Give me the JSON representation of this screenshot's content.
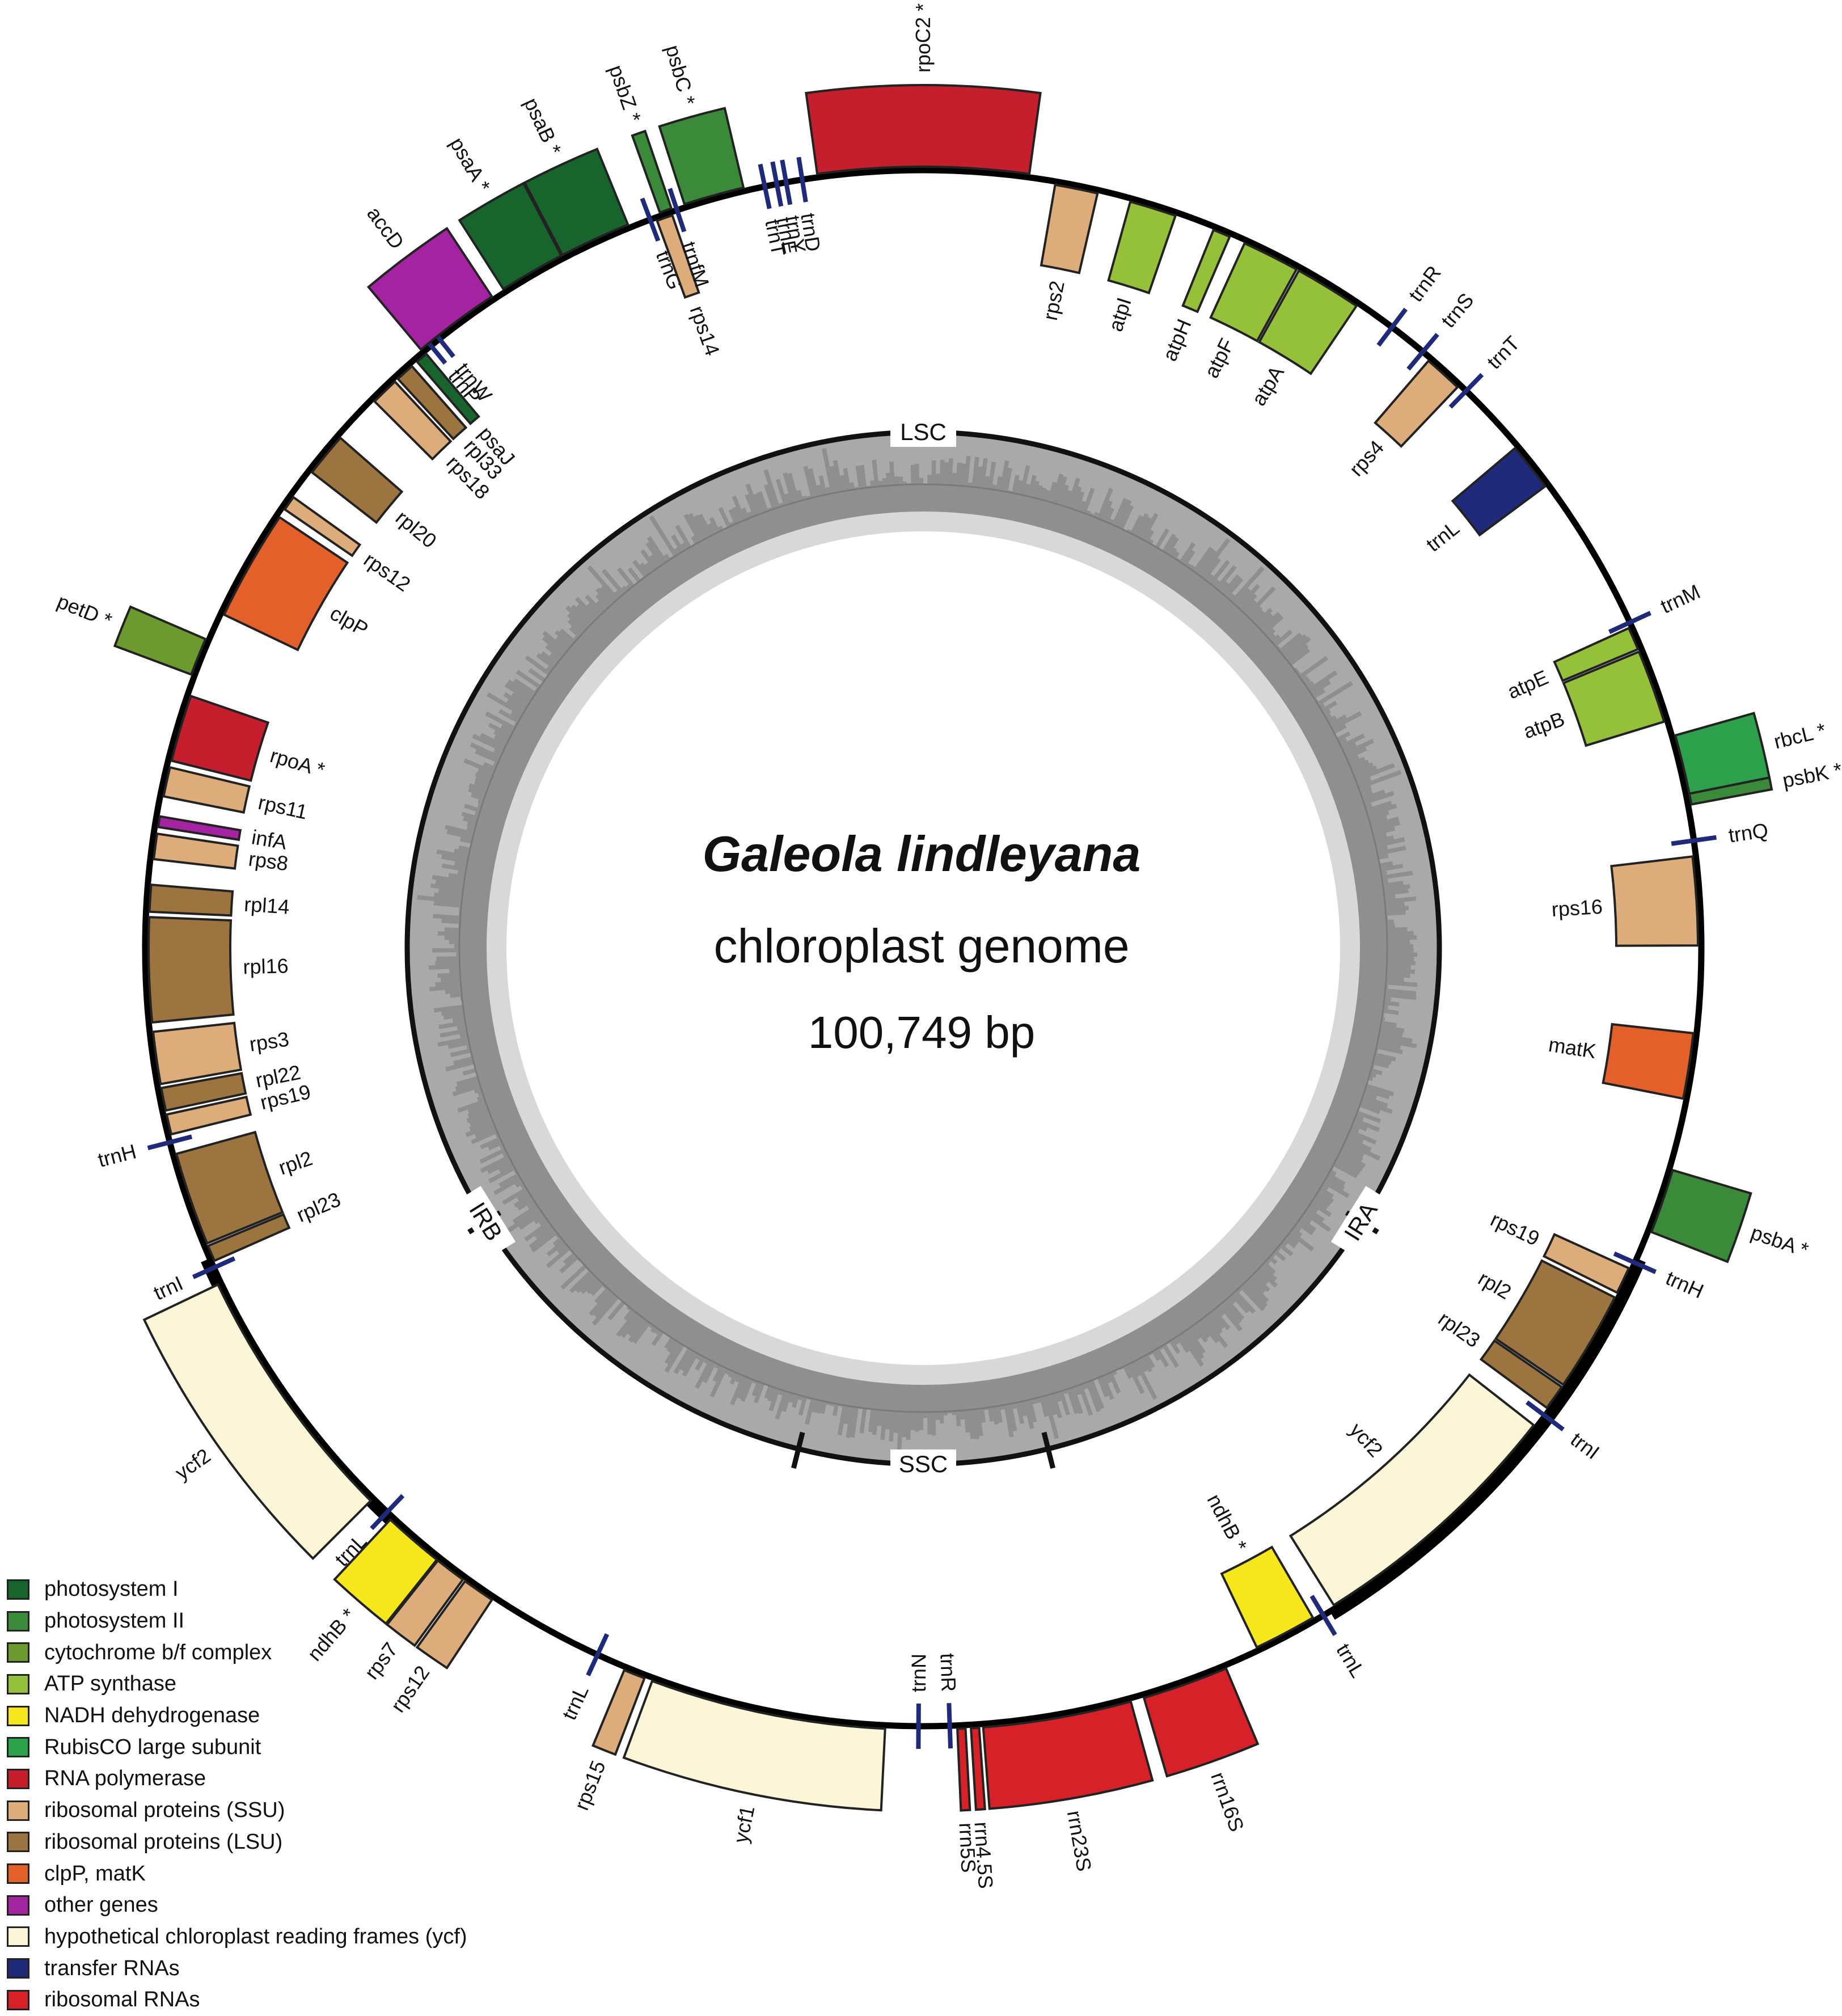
{
  "title": {
    "species": "Galeola lindleyana",
    "subtitle": "chloroplast genome",
    "size": "100,749 bp"
  },
  "regions": [
    {
      "label": "LSC",
      "angle": 0
    },
    {
      "label": "IRA",
      "angle": 122
    },
    {
      "label": "SSC",
      "angle": 180
    },
    {
      "label": "IRB",
      "angle": 238
    }
  ],
  "legend": [
    {
      "label": "photosystem I",
      "color": "#17652d"
    },
    {
      "label": "photosystem II",
      "color": "#3a8a3a"
    },
    {
      "label": "cytochrome b/f complex",
      "color": "#6d9a2e"
    },
    {
      "label": "ATP synthase",
      "color": "#95c03a"
    },
    {
      "label": "NADH dehydrogenase",
      "color": "#f6e61c"
    },
    {
      "label": "RubisCO large subunit",
      "color": "#2ca04a"
    },
    {
      "label": "RNA polymerase",
      "color": "#c51f2e"
    },
    {
      "label": "ribosomal proteins (SSU)",
      "color": "#ddac7b"
    },
    {
      "label": "ribosomal proteins (LSU)",
      "color": "#9c7440"
    },
    {
      "label": "clpP, matK",
      "color": "#e4602a"
    },
    {
      "label": "other genes",
      "color": "#a323a0"
    },
    {
      "label": "hypothetical chloroplast reading frames (ycf)",
      "color": "#fbf6d8"
    },
    {
      "label": "transfer RNAs",
      "color": "#1f2b7a"
    },
    {
      "label": "ribosomal RNAs",
      "color": "#d62128"
    }
  ],
  "genes": [
    {
      "name": "rpoC2",
      "star": true,
      "start": 352.2,
      "end": 7.8,
      "side": "out",
      "cat": "RNA polymerase"
    },
    {
      "name": "rps2",
      "start": 9.8,
      "end": 13.0,
      "side": "in",
      "cat": "ribosomal proteins (SSU)"
    },
    {
      "name": "atpI",
      "start": 15.5,
      "end": 19.0,
      "side": "in",
      "cat": "ATP synthase"
    },
    {
      "name": "atpH",
      "start": 22.0,
      "end": 23.3,
      "side": "in",
      "cat": "ATP synthase"
    },
    {
      "name": "atpF",
      "start": 24.5,
      "end": 28.8,
      "side": "in",
      "cat": "ATP synthase"
    },
    {
      "name": "atpA",
      "start": 29.0,
      "end": 34.0,
      "side": "in",
      "cat": "ATP synthase"
    },
    {
      "name": "trnR",
      "start": 36.8,
      "end": 37.3,
      "side": "trna",
      "cat": "transfer RNAs"
    },
    {
      "name": "trnS",
      "start": 39.7,
      "end": 40.2,
      "side": "trna",
      "cat": "transfer RNAs"
    },
    {
      "name": "rps4",
      "start": 40.7,
      "end": 43.6,
      "side": "in",
      "cat": "ribosomal proteins (SSU)"
    },
    {
      "name": "trnT",
      "start": 44.0,
      "end": 44.5,
      "side": "trna",
      "cat": "transfer RNAs"
    },
    {
      "name": "trnL",
      "start": 49.8,
      "end": 53.4,
      "side": "in",
      "cat": "transfer RNAs"
    },
    {
      "name": "trnM",
      "start": 65.0,
      "end": 65.5,
      "side": "trna",
      "cat": "transfer RNAs"
    },
    {
      "name": "atpE",
      "start": 65.6,
      "end": 67.3,
      "side": "in",
      "cat": "ATP synthase"
    },
    {
      "name": "atpB",
      "start": 67.5,
      "end": 73.0,
      "side": "in",
      "cat": "ATP synthase"
    },
    {
      "name": "rbcL",
      "star": true,
      "start": 74.2,
      "end": 78.6,
      "side": "out",
      "cat": "RubisCO large subunit"
    },
    {
      "name": "psbK",
      "star": true,
      "start": 78.6,
      "end": 79.4,
      "side": "out",
      "cat": "photosystem II"
    },
    {
      "name": "trnQ",
      "start": 81.8,
      "end": 82.3,
      "side": "trna",
      "cat": "transfer RNAs"
    },
    {
      "name": "rps16",
      "start": 83.2,
      "end": 89.8,
      "side": "in",
      "cat": "ribosomal proteins (SSU)"
    },
    {
      "name": "matK",
      "start": 96.3,
      "end": 101.2,
      "side": "in",
      "cat": "clpP, matK"
    },
    {
      "name": "psbA",
      "star": true,
      "start": 106.5,
      "end": 111.3,
      "side": "out",
      "cat": "photosystem II"
    },
    {
      "name": "trnH",
      "start": 113.6,
      "end": 114.1,
      "side": "trna",
      "cat": "transfer RNAs"
    },
    {
      "name": "rps19",
      "start": 114.4,
      "end": 116.4,
      "side": "in",
      "cat": "ribosomal proteins (SSU)"
    },
    {
      "name": "rpl2",
      "start": 116.8,
      "end": 124.3,
      "side": "in",
      "cat": "ribosomal proteins (LSU)"
    },
    {
      "name": "rpl23",
      "start": 124.5,
      "end": 126.4,
      "side": "in",
      "cat": "ribosomal proteins (LSU)"
    },
    {
      "name": "trnI",
      "start": 126.7,
      "end": 127.2,
      "side": "trna",
      "cat": "transfer RNAs"
    },
    {
      "name": "ycf2",
      "start": 128.0,
      "end": 148.0,
      "side": "in",
      "cat": "hypothetical chloroplast reading frames (ycf)"
    },
    {
      "name": "trnL",
      "start": 148.8,
      "end": 149.3,
      "side": "trna",
      "cat": "transfer RNAs"
    },
    {
      "name": "ndhB",
      "star": true,
      "start": 149.8,
      "end": 154.5,
      "side": "in",
      "cat": "NADH dehydrogenase"
    },
    {
      "name": "rrn16S",
      "start": 157.2,
      "end": 163.6,
      "side": "out",
      "cat": "ribosomal RNAs"
    },
    {
      "name": "rrn23S",
      "start": 164.6,
      "end": 175.6,
      "side": "out",
      "cat": "ribosomal RNAs"
    },
    {
      "name": "rrn4.5S",
      "start": 175.9,
      "end": 176.5,
      "side": "out",
      "cat": "ribosomal RNAs"
    },
    {
      "name": "rrn5S",
      "start": 176.9,
      "end": 177.5,
      "side": "out",
      "cat": "ribosomal RNAs"
    },
    {
      "name": "trnR",
      "start": 177.8,
      "end": 178.3,
      "side": "trna",
      "cat": "transfer RNAs"
    },
    {
      "name": "trnN",
      "start": 180.1,
      "end": 180.6,
      "side": "trna",
      "cat": "transfer RNAs"
    },
    {
      "name": "ycf1",
      "start": 182.8,
      "end": 200.3,
      "side": "out",
      "cat": "hypothetical chloroplast reading frames (ycf)"
    },
    {
      "name": "rps15",
      "start": 200.9,
      "end": 202.5,
      "side": "out",
      "cat": "ribosomal proteins (SSU)"
    },
    {
      "name": "trnL",
      "start": 204.5,
      "end": 205.0,
      "side": "trna",
      "cat": "transfer RNAs"
    },
    {
      "name": "rps12",
      "start": 213.5,
      "end": 215.9,
      "side": "out",
      "cat": "ribosomal proteins (SSU)"
    },
    {
      "name": "rps7",
      "start": 216.1,
      "end": 218.4,
      "side": "out",
      "cat": "ribosomal proteins (SSU)"
    },
    {
      "name": "ndhB",
      "star": true,
      "start": 218.5,
      "end": 223.0,
      "side": "out",
      "cat": "NADH dehydrogenase"
    },
    {
      "name": "trnL",
      "start": 223.3,
      "end": 223.8,
      "side": "trna",
      "cat": "transfer RNAs"
    },
    {
      "name": "ycf2",
      "start": 225.0,
      "end": 244.5,
      "side": "out",
      "cat": "hypothetical chloroplast reading frames (ycf)"
    },
    {
      "name": "trnI",
      "start": 245.5,
      "end": 246.0,
      "side": "trna",
      "cat": "transfer RNAs"
    },
    {
      "name": "rpl23",
      "start": 246.2,
      "end": 247.4,
      "side": "in",
      "cat": "ribosomal proteins (LSU)"
    },
    {
      "name": "rpl2",
      "start": 247.6,
      "end": 254.6,
      "side": "in",
      "cat": "ribosomal proteins (LSU)"
    },
    {
      "name": "trnH",
      "start": 255.3,
      "end": 255.8,
      "side": "trna",
      "cat": "transfer RNAs"
    },
    {
      "name": "rps19",
      "start": 256.1,
      "end": 257.6,
      "side": "in",
      "cat": "ribosomal proteins (SSU)"
    },
    {
      "name": "rpl22",
      "start": 257.9,
      "end": 259.6,
      "side": "in",
      "cat": "ribosomal proteins (LSU)"
    },
    {
      "name": "rps3",
      "start": 259.9,
      "end": 263.8,
      "side": "in",
      "cat": "ribosomal proteins (SSU)"
    },
    {
      "name": "rpl16",
      "start": 264.5,
      "end": 272.3,
      "side": "in",
      "cat": "ribosomal proteins (LSU)"
    },
    {
      "name": "rpl14",
      "start": 272.7,
      "end": 274.7,
      "side": "in",
      "cat": "ribosomal proteins (LSU)"
    },
    {
      "name": "rps8",
      "start": 276.6,
      "end": 278.5,
      "side": "in",
      "cat": "ribosomal proteins (SSU)"
    },
    {
      "name": "infA",
      "start": 279.0,
      "end": 279.8,
      "side": "in",
      "cat": "other genes"
    },
    {
      "name": "rps11",
      "start": 281.3,
      "end": 283.5,
      "side": "in",
      "cat": "ribosomal proteins (SSU)"
    },
    {
      "name": "rpoA",
      "star": true,
      "start": 284.0,
      "end": 289.0,
      "side": "in",
      "cat": "RNA polymerase"
    },
    {
      "name": "petD",
      "star": true,
      "start": 290.5,
      "end": 293.3,
      "side": "out",
      "cat": "cytochrome b/f complex"
    },
    {
      "name": "clpP",
      "start": 295.5,
      "end": 303.8,
      "side": "in",
      "cat": "clpP, matK"
    },
    {
      "name": "rps12",
      "start": 304.5,
      "end": 305.6,
      "side": "in",
      "cat": "ribosomal proteins (SSU)"
    },
    {
      "name": "rpl20",
      "start": 307.9,
      "end": 311.2,
      "side": "in",
      "cat": "ribosomal proteins (LSU)"
    },
    {
      "name": "rps18",
      "start": 314.9,
      "end": 317.0,
      "side": "in",
      "cat": "ribosomal proteins (SSU)"
    },
    {
      "name": "rpl33",
      "start": 317.3,
      "end": 318.7,
      "side": "in",
      "cat": "ribosomal proteins (LSU)"
    },
    {
      "name": "psaJ",
      "start": 319.2,
      "end": 320.1,
      "side": "in",
      "cat": "photosystem I"
    },
    {
      "name": "trnP",
      "start": 320.5,
      "end": 321.0,
      "side": "trna",
      "cat": "transfer RNAs"
    },
    {
      "name": "trnW",
      "start": 321.3,
      "end": 321.8,
      "side": "trna",
      "cat": "transfer RNAs"
    },
    {
      "name": "accD",
      "start": 320.0,
      "end": 326.5,
      "side": "out",
      "cat": "other genes"
    },
    {
      "name": "psaA",
      "star": true,
      "start": 327.5,
      "end": 332.4,
      "side": "out",
      "cat": "photosystem I"
    },
    {
      "name": "psaB",
      "star": true,
      "start": 332.5,
      "end": 337.8,
      "side": "out",
      "cat": "photosystem I"
    },
    {
      "name": "trnG",
      "start": 339.2,
      "end": 339.7,
      "side": "trna",
      "cat": "transfer RNAs"
    },
    {
      "name": "rps14",
      "start": 339.9,
      "end": 341.1,
      "side": "in",
      "cat": "ribosomal proteins (SSU)"
    },
    {
      "name": "trnfM",
      "start": 341.3,
      "end": 341.8,
      "side": "trna",
      "cat": "transfer RNAs"
    },
    {
      "name": "psbZ",
      "star": true,
      "start": 340.3,
      "end": 341.2,
      "side": "out",
      "cat": "photosystem II"
    },
    {
      "name": "psbC",
      "star": true,
      "start": 342.2,
      "end": 346.7,
      "side": "out",
      "cat": "photosystem II"
    },
    {
      "name": "trnT",
      "start": 348.0,
      "end": 348.5,
      "side": "trna",
      "cat": "transfer RNAs"
    },
    {
      "name": "trnE",
      "start": 348.9,
      "end": 349.4,
      "side": "trna",
      "cat": "transfer RNAs"
    },
    {
      "name": "trnY",
      "start": 349.6,
      "end": 350.1,
      "side": "trna",
      "cat": "transfer RNAs"
    },
    {
      "name": "trnD",
      "start": 350.8,
      "end": 351.3,
      "side": "trna",
      "cat": "transfer RNAs"
    }
  ],
  "gc_content": {
    "samples": 720,
    "seed": 7
  }
}
